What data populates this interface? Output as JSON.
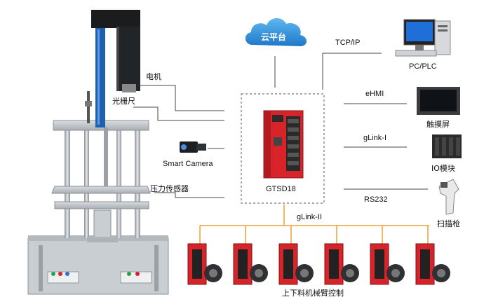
{
  "cloud": {
    "label": "云平台"
  },
  "controller": {
    "label": "GTSD18"
  },
  "left_labels": {
    "motor": "电机",
    "grating": "光栅尺",
    "camera": "Smart Camera",
    "pressure_sensor": "压力传感器"
  },
  "links": {
    "tcpip": "TCP/IP",
    "ehmi": "eHMI",
    "glink_i": "gLink-I",
    "rs232": "RS232",
    "glink_ii": "gLink-II"
  },
  "devices": {
    "pc": "PC/PLC",
    "touchscreen": "触摸屏",
    "io": "IO模块",
    "scanner": "扫描枪"
  },
  "bottom": {
    "label": "上下料机械臂控制"
  },
  "colors": {
    "cloud": "#2f8fd8",
    "orange_bus": "#f0a030",
    "servo_red": "#d8232a",
    "frame_blue": "#1f5fb0"
  }
}
